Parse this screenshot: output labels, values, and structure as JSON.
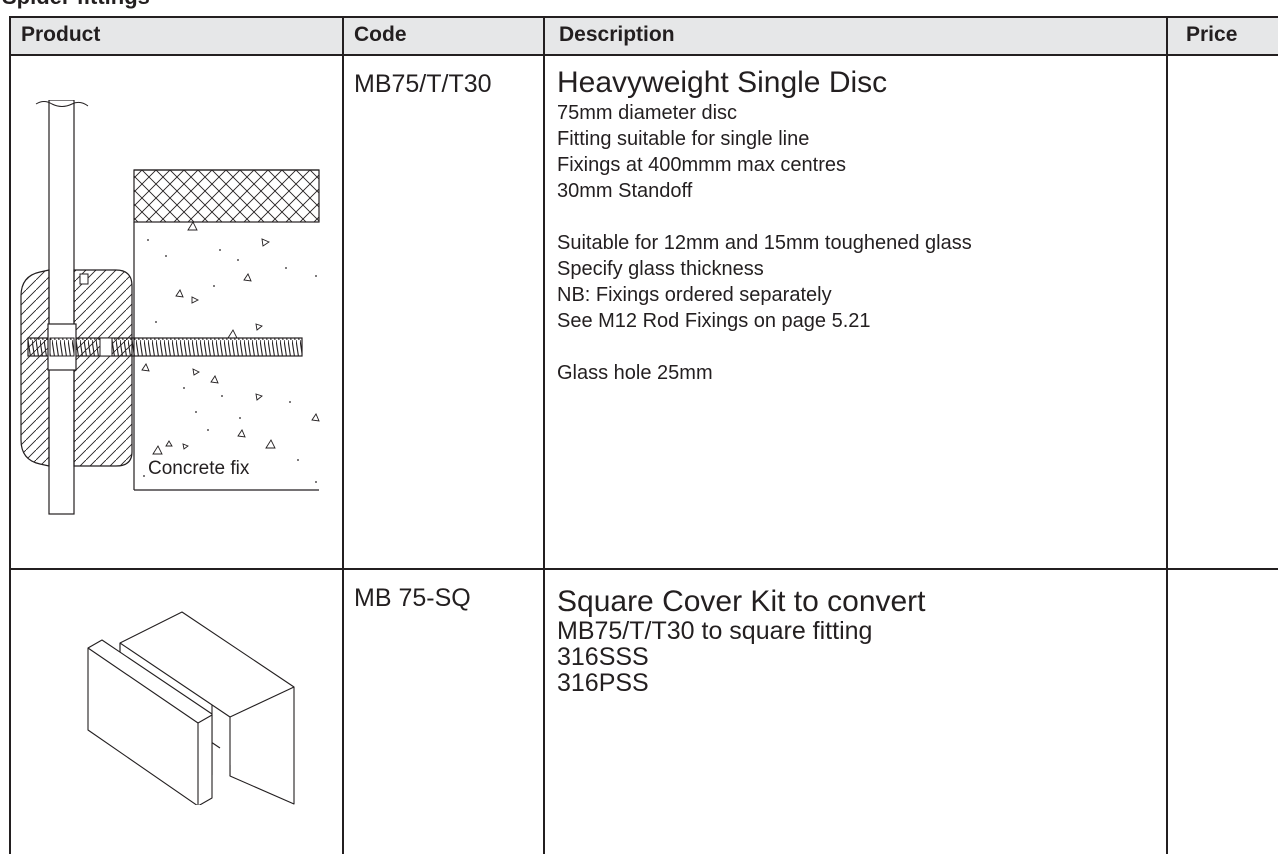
{
  "page_heading_cropped": "Spider fittings",
  "table": {
    "headers": {
      "product": "Product",
      "code": "Code",
      "description": "Description",
      "price": "Price"
    },
    "rows": [
      {
        "code": "MB75/T/T30",
        "figure_label": "Concrete fix",
        "title": "Heavyweight Single Disc",
        "lines": [
          "75mm diameter disc",
          "Fitting suitable for single line",
          "Fixings at 400mmm max centres",
          "30mm Standoff",
          "",
          "Suitable for 12mm and 15mm toughened glass",
          "Specify glass thickness",
          "NB: Fixings ordered separately",
          "See M12 Rod Fixings on page 5.21",
          "",
          "Glass hole 25mm"
        ],
        "price": ""
      },
      {
        "code": "MB 75-SQ",
        "lines": [
          "Square Cover Kit to convert",
          "MB75/T/T30 to square fitting",
          "316SSS",
          "316PSS"
        ],
        "price": ""
      }
    ]
  }
}
